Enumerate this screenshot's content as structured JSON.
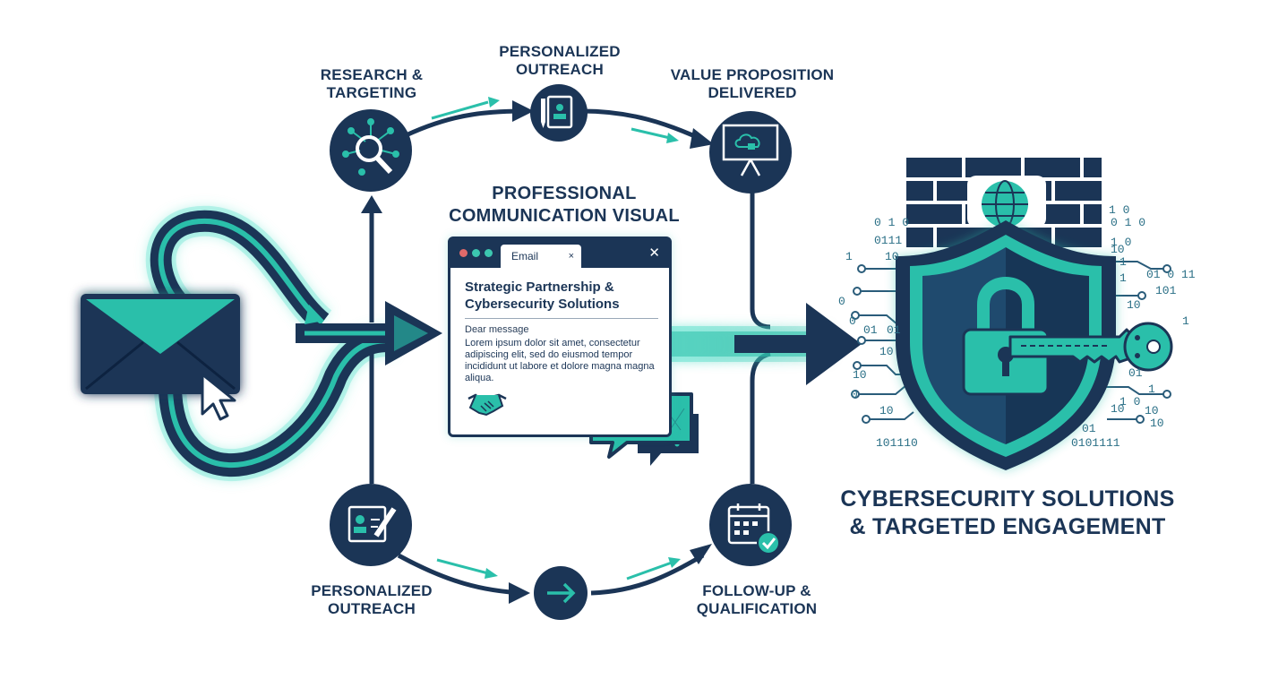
{
  "steps": {
    "research": {
      "line1": "RESEARCH &",
      "line2": "TARGETING"
    },
    "outreach_top": {
      "line1": "PERSONALIZED",
      "line2": "OUTREACH"
    },
    "value": {
      "line1": "VALUE PROPOSITION",
      "line2": "DELIVERED"
    },
    "outreach_bottom": {
      "line1": "PERSONALIZED",
      "line2": "OUTREACH"
    },
    "followup": {
      "line1": "FOLLOW-UP &",
      "line2": "QUALIFICATION"
    }
  },
  "center": {
    "line1": "PROFESSIONAL",
    "line2": "COMMUNICATION VISUAL"
  },
  "email": {
    "tab_label": "Email",
    "tab_close": "×",
    "window_close": "✕",
    "subject_line1": "Strategic Partnership &",
    "subject_line2": "Cybersecurity Solutions",
    "greeting": "Dear message",
    "body": "Lorem ipsum dolor sit amet, consectetur adipiscing elit, sed do eiusmod tempor incididunt ut labore et dolore magna magna aliqua."
  },
  "final": {
    "line1": "CYBERSECURITY SOLUTIONS",
    "line2": "& TARGETED ENGAGEMENT"
  },
  "binary": [
    "0 1 0",
    "1 0",
    "0111",
    "1",
    "10",
    "0 1 0",
    "1 0",
    "1",
    "0",
    "01",
    "0",
    "10",
    "0",
    "10",
    "01",
    "10",
    "101110",
    "10",
    "01 0 11",
    "1",
    "101",
    "1",
    "10",
    "01",
    "1 0",
    "1",
    "01",
    "10",
    "10",
    "10",
    "0101111"
  ],
  "icons": [
    "envelope-icon",
    "cursor-icon",
    "network-search-icon",
    "pen-id-card-icon",
    "presentation-cloud-lock-icon",
    "edit-profile-icon",
    "arrow-right-icon",
    "calendar-check-icon",
    "handshake-icon",
    "chat-bubble-icon",
    "brick-wall-icon",
    "globe-icon",
    "shield-icon",
    "padlock-icon",
    "key-icon"
  ],
  "colors": {
    "navy": "#1b3556",
    "teal": "#2abfaa",
    "light_teal": "#5fe3cf"
  }
}
